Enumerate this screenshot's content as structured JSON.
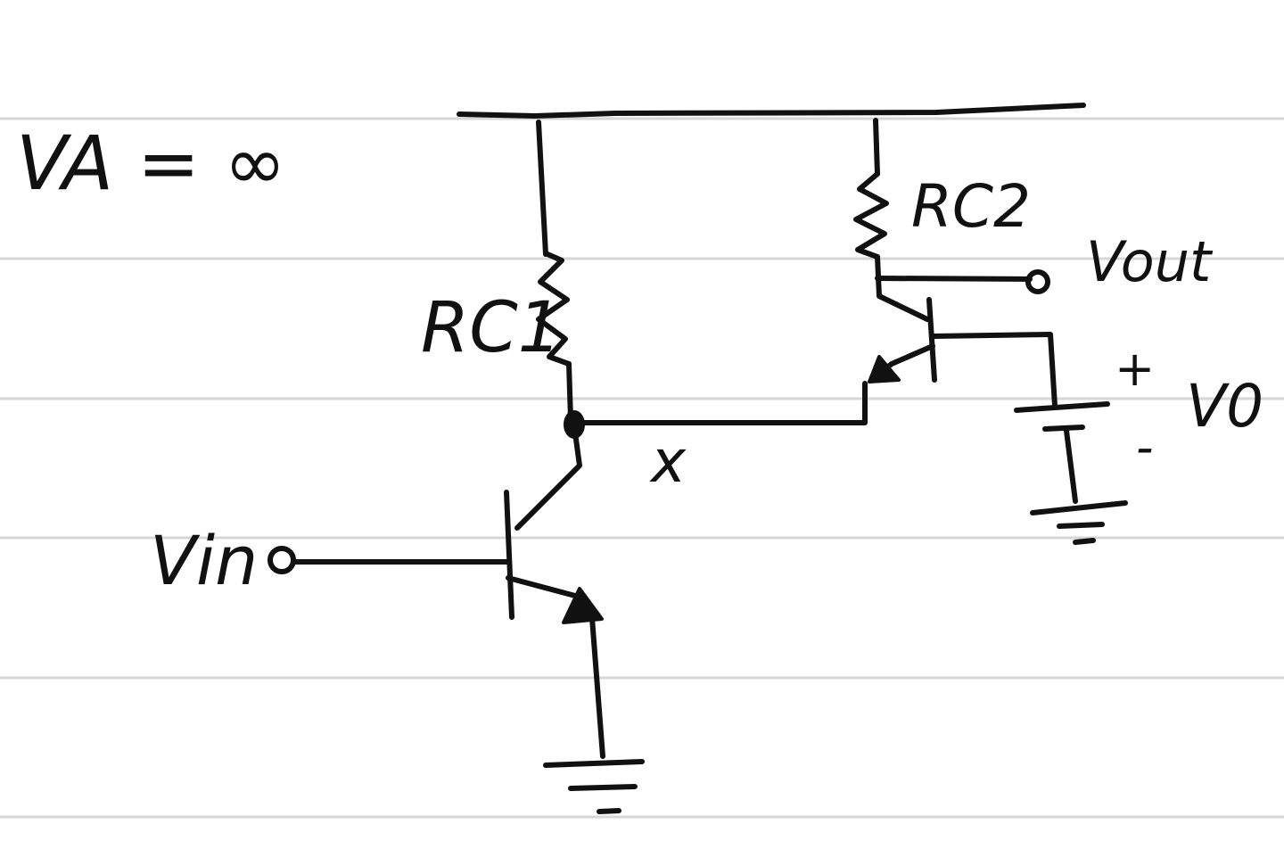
{
  "labels": {
    "va_eq": "VA = ∞",
    "rc1": "RC1",
    "rc2": "RC2",
    "vout": "Vout",
    "vin": "Vin",
    "node_x": "x",
    "v0": "V0",
    "plus": "+",
    "minus": "-"
  },
  "colors": {
    "ink": "#111111",
    "rule": "#d6d6d6",
    "paper": "#ffffff"
  }
}
